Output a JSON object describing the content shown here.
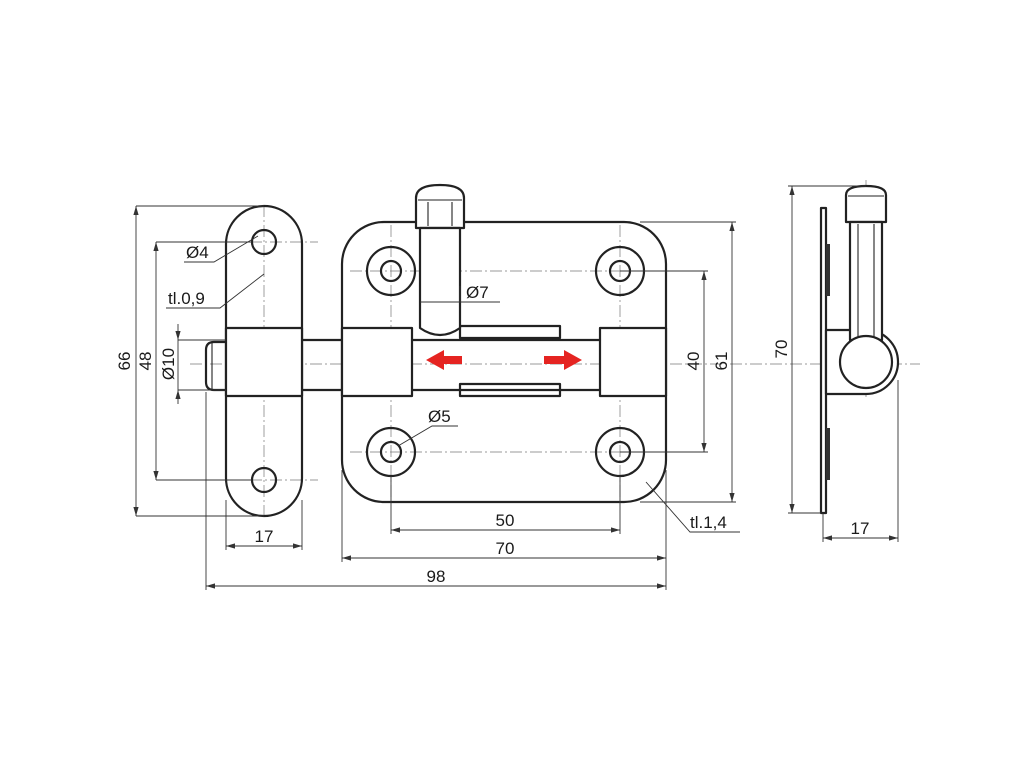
{
  "drawing": {
    "title": "",
    "accent_color": "#e52421",
    "line_color": "#222222",
    "background": "#ffffff"
  },
  "dimensions": {
    "left_height": "66",
    "left_inner": "48",
    "pin_dia": "Ø10",
    "hole_small": "Ø4",
    "thickness_strip": "tl.0,9",
    "strip_width": "17",
    "bolt_dia": "Ø7",
    "hole_plate": "Ø5",
    "holes_spacing_v": "40",
    "plate_height": "61",
    "holes_spacing_h": "50",
    "plate_width": "70",
    "total_length": "98",
    "thickness_plate": "tl.1,4",
    "side_height": "70",
    "side_depth": "17"
  },
  "icons": {
    "arrow_left": "red-arrow-left-icon",
    "arrow_right": "red-arrow-right-icon"
  }
}
